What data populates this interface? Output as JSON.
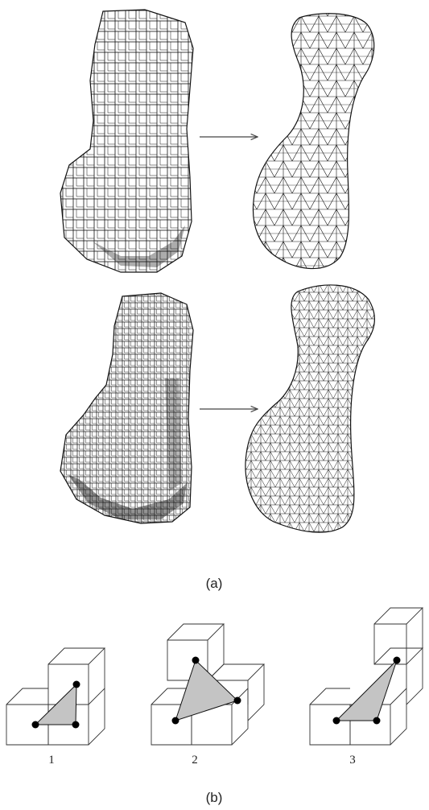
{
  "panel_a": {
    "caption": "(a)"
  },
  "panel_b": {
    "caption": "(b)",
    "cases": [
      {
        "label": "1"
      },
      {
        "label": "2"
      },
      {
        "label": "3"
      }
    ]
  },
  "colors": {
    "line": "#111111",
    "triangle_fill": "#c4c4c4",
    "vertex": "#000000",
    "background": "#ffffff"
  }
}
